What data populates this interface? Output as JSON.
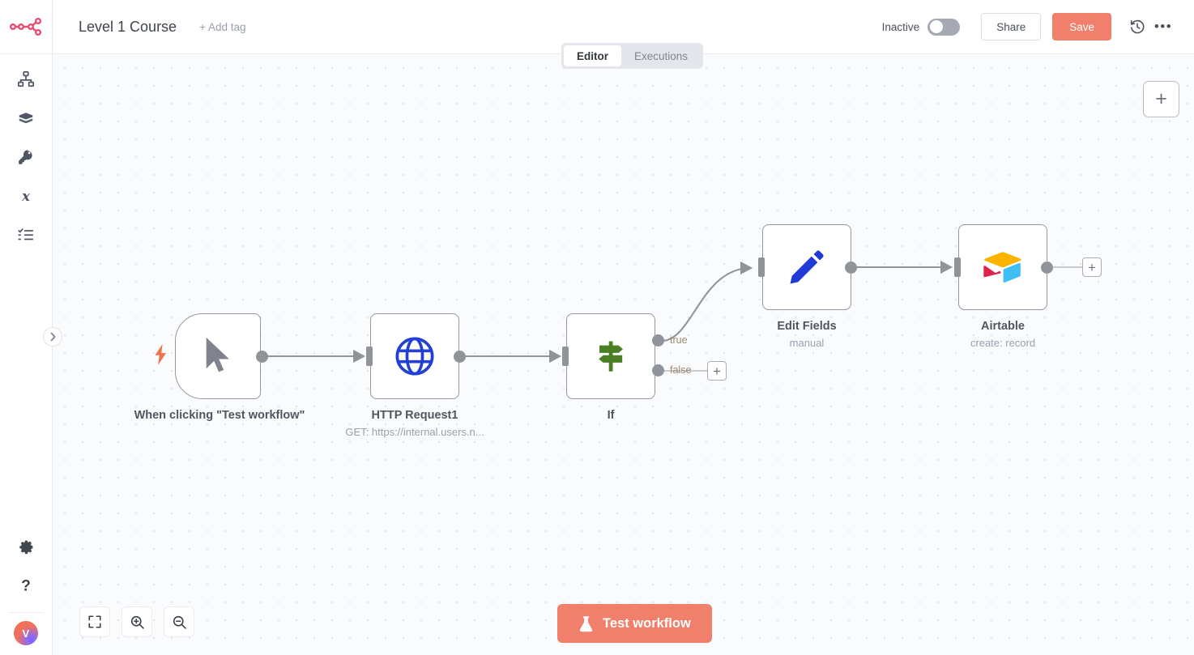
{
  "app": {
    "logo": "n8n-logo"
  },
  "sidebar": {
    "items": [
      {
        "name": "sidebar-item-overview",
        "icon": "sitemap-icon",
        "label": "Overview"
      },
      {
        "name": "sidebar-item-templates",
        "icon": "templates-box-icon",
        "label": "Templates"
      },
      {
        "name": "sidebar-item-credentials",
        "icon": "key-icon",
        "label": "Credentials"
      },
      {
        "name": "sidebar-item-variables",
        "icon": "variable-x-icon",
        "label": "Variables"
      },
      {
        "name": "sidebar-item-executions",
        "icon": "checklist-icon",
        "label": "All executions"
      }
    ],
    "bottom": [
      {
        "name": "sidebar-item-settings",
        "icon": "gear-icon",
        "label": "Settings"
      },
      {
        "name": "sidebar-item-help",
        "icon": "help-question-icon",
        "label": "Help"
      }
    ],
    "avatar_initial": "V",
    "expander_icon": "chevron-right-icon"
  },
  "header": {
    "title": "Level 1 Course",
    "add_tag": "+ Add tag",
    "activation_label": "Inactive",
    "activation_state": "off",
    "share_label": "Share",
    "save_label": "Save",
    "history_icon": "history-clock-icon",
    "more_icon": "ellipsis-icon"
  },
  "tabs": [
    {
      "label": "Editor",
      "active": true
    },
    {
      "label": "Executions",
      "active": false
    }
  ],
  "canvas": {
    "add_node_label": "+",
    "zoom_controls": [
      {
        "name": "zoom-to-fit-button",
        "icon": "fit-screen-icon"
      },
      {
        "name": "zoom-in-button",
        "icon": "magnifier-plus-icon"
      },
      {
        "name": "zoom-out-button",
        "icon": "magnifier-minus-icon"
      }
    ],
    "test_workflow_label": "Test workflow",
    "test_workflow_icon": "flask-icon",
    "nodes": [
      {
        "id": "trigger",
        "name": "When clicking \"Test workflow\"",
        "subtitle": "",
        "icon": "mouse-pointer-icon",
        "shape": "trigger",
        "badge": "lightning-bolt-icon"
      },
      {
        "id": "http",
        "name": "HTTP Request1",
        "subtitle": "GET: https://internal.users.n...",
        "icon": "globe-icon",
        "shape": "rect"
      },
      {
        "id": "if",
        "name": "If",
        "subtitle": "",
        "icon": "signpost-icon",
        "shape": "rect",
        "outputs": [
          "true",
          "false"
        ]
      },
      {
        "id": "set",
        "name": "Edit Fields",
        "subtitle": "manual",
        "icon": "pencil-icon",
        "shape": "rect"
      },
      {
        "id": "airtable",
        "name": "Airtable",
        "subtitle": "create: record",
        "icon": "airtable-icon",
        "shape": "rect"
      }
    ]
  },
  "colors": {
    "accent": "#f0806c",
    "logo": "#ea4b71",
    "globe": "#2040d8",
    "pencil": "#1f3ad6",
    "signpost": "#4a7f25",
    "airtable_yellow": "#fcb400",
    "airtable_red": "#e0234a",
    "airtable_blue": "#3fbdf5",
    "canvas_bg": "#fafbfd",
    "node_border": "#9397a1",
    "connector": "#909499"
  }
}
